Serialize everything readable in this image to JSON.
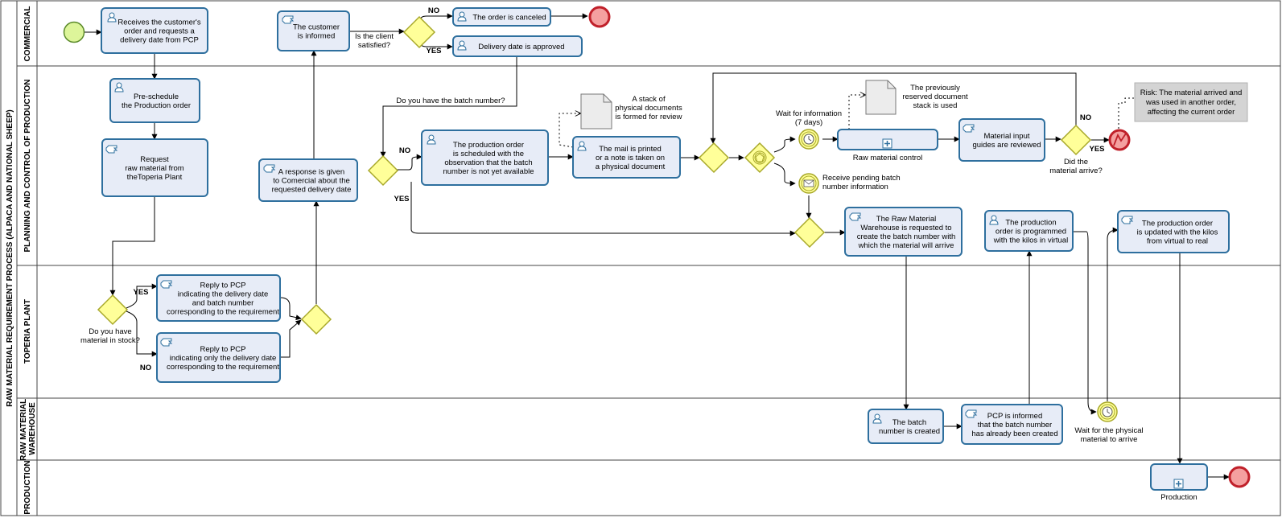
{
  "pool_title": "RAW MATERIAL REQUIREMENT PROCESS (ALPACA AND NATIONAL SHEEP)",
  "lanes": {
    "commercial": "COMMERCIAL",
    "planning": "PLANNING AND CONTROL OF PRODUCTION",
    "toperia": "TOPERIA PLANT",
    "warehouse": [
      "RAW MATERIAL",
      "WAREHOUSE"
    ],
    "production": "PRODUCTION"
  },
  "tasks": {
    "receive_order": [
      "Receives the customer's",
      "order and requests a",
      "delivery date from PCP"
    ],
    "customer_informed": [
      "The customer",
      "is informed"
    ],
    "order_canceled": [
      "The order is canceled"
    ],
    "delivery_approved": [
      "Delivery date is approved"
    ],
    "pre_schedule": [
      "Pre-schedule",
      "the Production order"
    ],
    "request_raw": [
      "Request",
      "raw material from",
      "theToperia Plant"
    ],
    "response_comercial": [
      "A response is given",
      "to Comercial about the",
      "requested delivery date"
    ],
    "po_scheduled": [
      "The production order",
      "is scheduled with the",
      "observation that the batch",
      "number is not yet available"
    ],
    "mail_printed": [
      "The mail is printed",
      "or a note is taken on",
      "a physical document"
    ],
    "material_input": [
      "Material input",
      "guides are reviewed"
    ],
    "rm_warehouse_req": [
      "The Raw Material",
      "Warehouse is requested to",
      "create the batch number with",
      "which the material will arrive"
    ],
    "po_programmed": [
      "The production",
      "order is programmed",
      "with the kilos in virtual"
    ],
    "po_updated": [
      "The production order",
      "is updated with the kilos",
      "from virtual to real"
    ],
    "reply_batch": [
      "Reply to PCP",
      "indicating the delivery date",
      "and batch number",
      "corresponding to the requirement"
    ],
    "reply_date_only": [
      "Reply to PCP",
      "indicating only the delivery date",
      "corresponding to the requirement"
    ],
    "batch_created": [
      "The batch",
      "number is created"
    ],
    "pcp_informed": [
      "PCP is informed",
      "that the batch number",
      "has already been created"
    ]
  },
  "subprocesses": {
    "raw_control": "Raw material control",
    "production": "Production"
  },
  "labels": {
    "client_satisfied": [
      "Is the client",
      "satisfied?"
    ],
    "have_batch": "Do you have the batch number?",
    "material_stock": [
      "Do you have",
      "material in stock?"
    ],
    "wait_info": [
      "Wait for information",
      "(7 days)"
    ],
    "receive_pending": [
      "Receive pending batch",
      "number information"
    ],
    "did_arrive": [
      "Did the",
      "material arrive?"
    ],
    "wait_physical": [
      "Wait for the physical",
      "material to arrive"
    ],
    "doc_stack": [
      "A stack of",
      "physical documents",
      "is formed for review"
    ],
    "doc_reserved": [
      "The previously",
      "reserved document",
      "stack is used"
    ],
    "risk": [
      "Risk: The material arrived and",
      "was used in another order,",
      "affecting the current order"
    ]
  },
  "flow_labels": {
    "no": "NO",
    "yes": "YES"
  },
  "colors": {
    "task_fill": "#e7ecf7",
    "task_stroke": "#2e6f9e",
    "gateway_fill": "#ffff99",
    "gateway_stroke": "#a8a82a",
    "start_fill": "#ddf59a",
    "end_fill": "#f4a0a0",
    "end_stroke": "#c0202a",
    "annotation_fill": "#d4d4d4"
  }
}
